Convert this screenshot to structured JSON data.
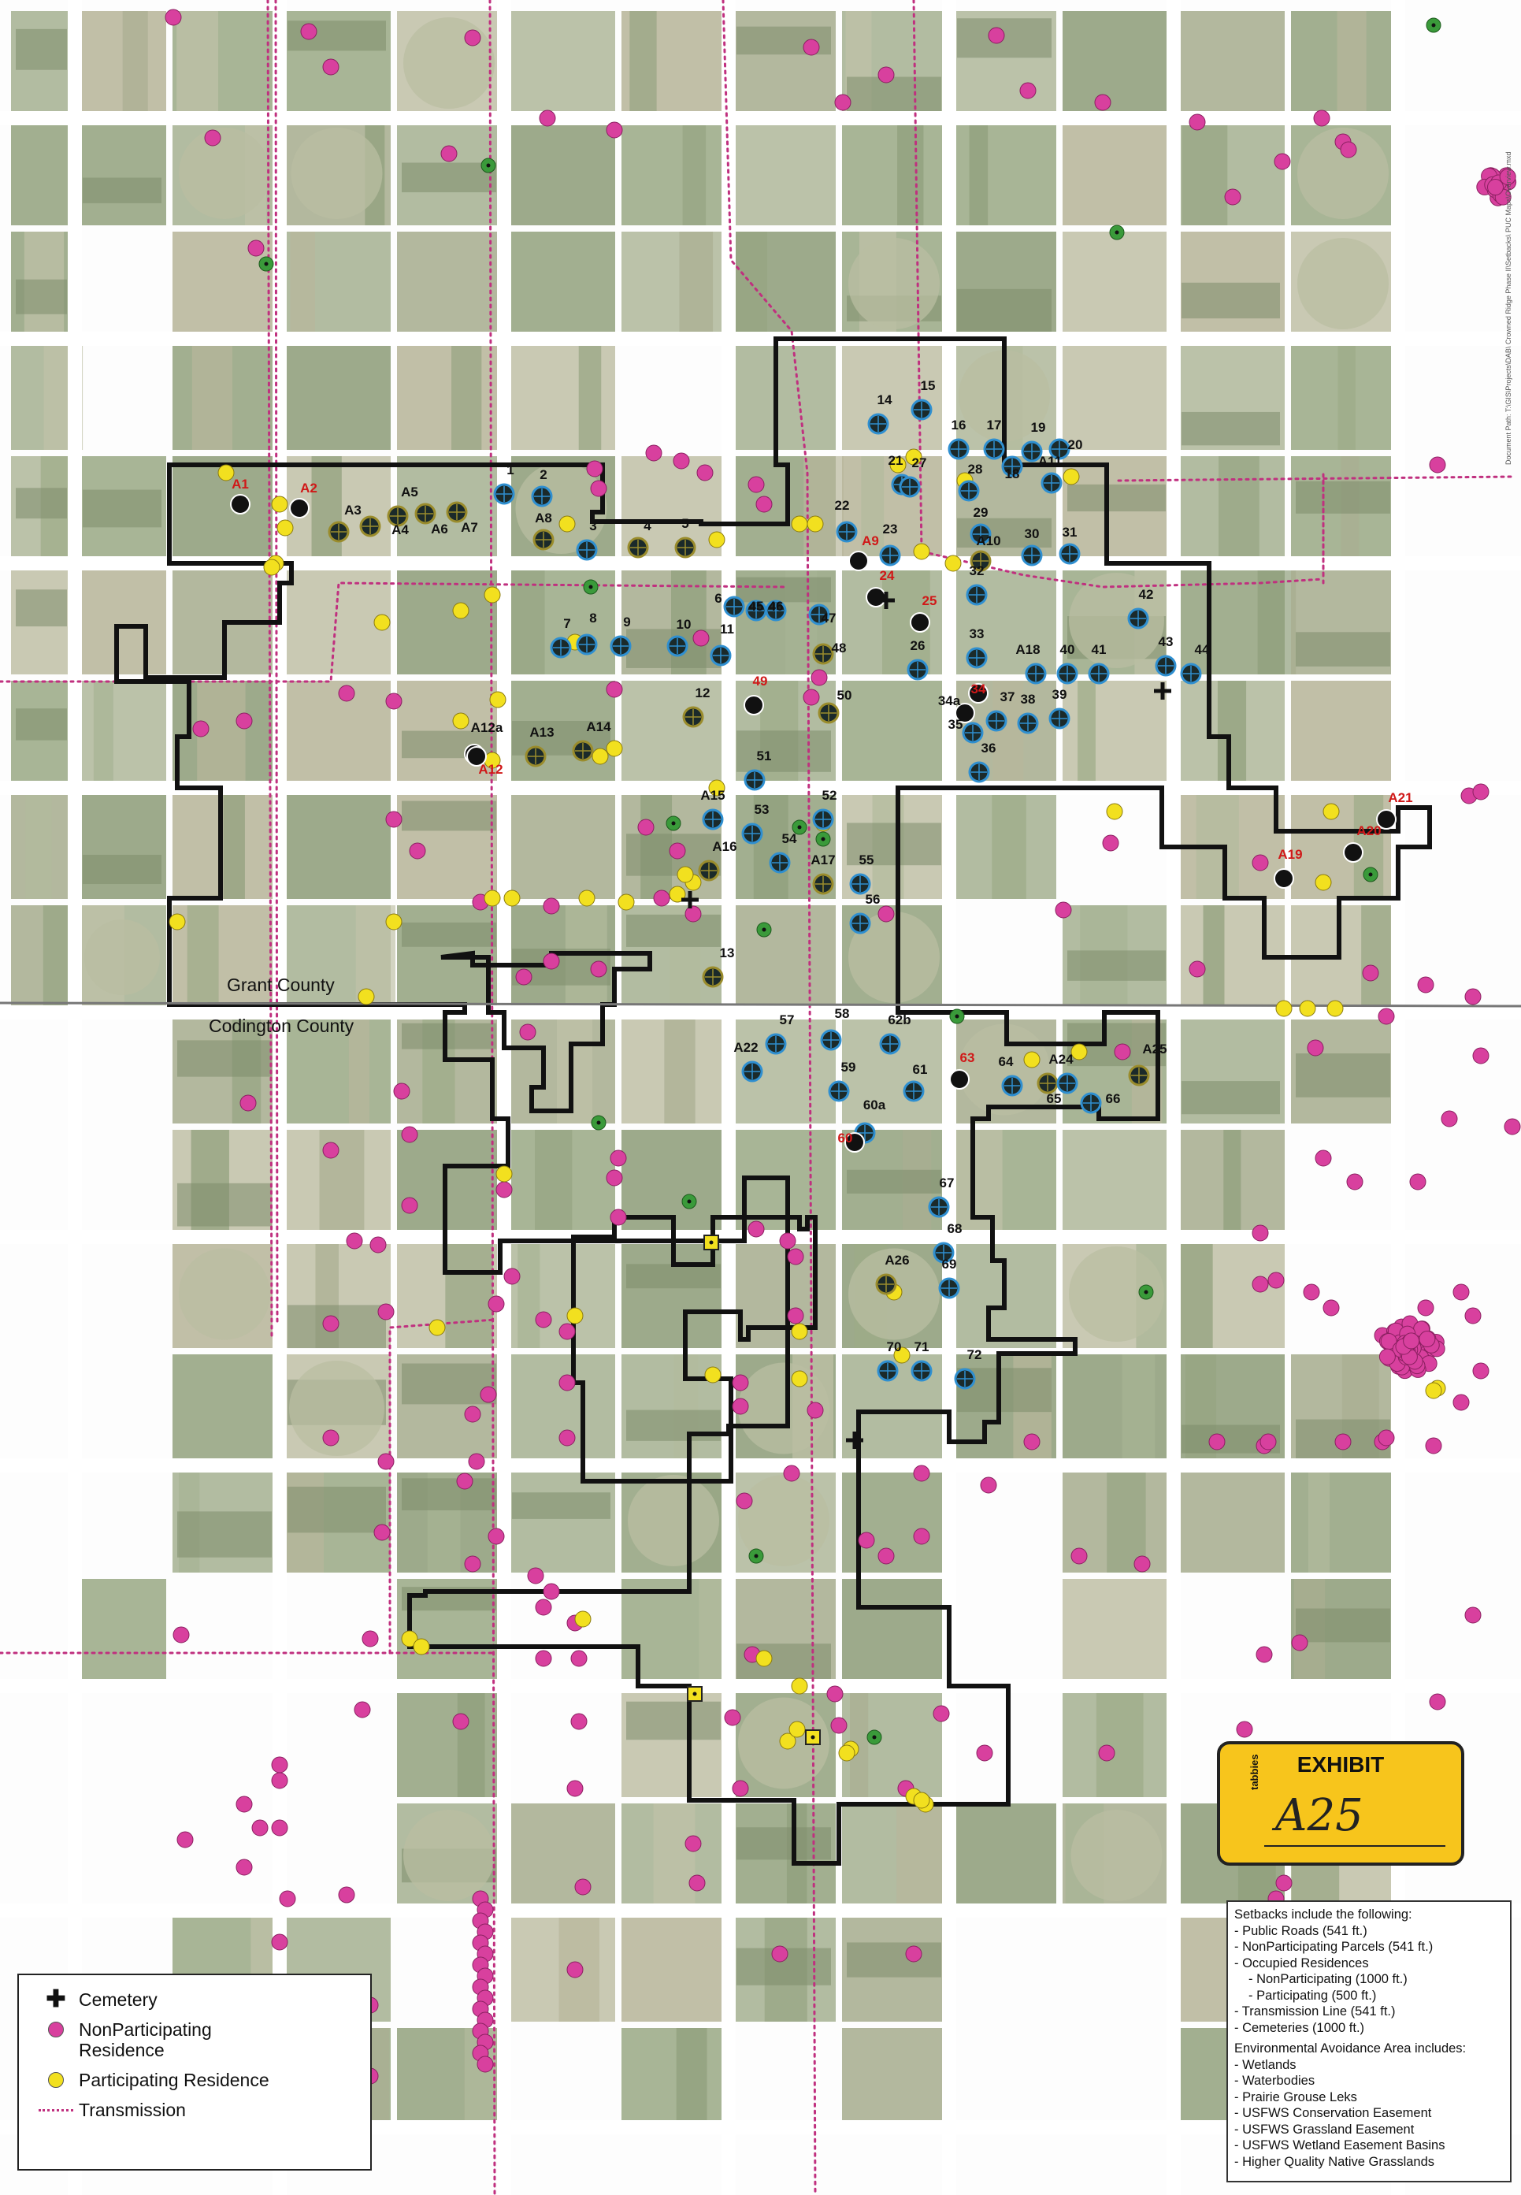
{
  "map": {
    "county_labels": {
      "north": "Grant County",
      "south": "Codington County"
    },
    "colors": {
      "nonparticipating": "#d8409e",
      "participating": "#f2e01f",
      "transmission": "#c0307f",
      "boundary": "#111111",
      "turbine_ring": "#2f8fd0",
      "imagery_field": "#9fae8c",
      "imagery_dark": "#6f7e60",
      "wetland_marker": "#3a9a3a",
      "label_red": "#d01818"
    },
    "doc_path": "Document Path: T:\\GIS\\Projects\\DAB\\ Crowned Ridge Phase II\\Setbacks\\ PUC Maps\\Overview.mxd",
    "turbine_labels_black": [
      "A3",
      "A4",
      "A5",
      "A6",
      "A7",
      "A8",
      "1",
      "2",
      "3",
      "4",
      "5",
      "6",
      "7",
      "8",
      "9",
      "10",
      "11",
      "12",
      "13",
      "14",
      "15",
      "16",
      "17",
      "18",
      "19",
      "20",
      "21",
      "22",
      "23",
      "26",
      "27",
      "28",
      "29",
      "30",
      "31",
      "32",
      "33",
      "35",
      "36",
      "37",
      "38",
      "39",
      "40",
      "41",
      "42",
      "43",
      "44",
      "45",
      "46",
      "47",
      "48",
      "50",
      "51",
      "52",
      "53",
      "54",
      "55",
      "56",
      "57",
      "58",
      "59",
      "60a",
      "61",
      "62b",
      "64",
      "65",
      "66",
      "67",
      "68",
      "69",
      "70",
      "71",
      "72",
      "A10",
      "A11",
      "A12a",
      "A13",
      "A14",
      "A15",
      "A16",
      "A17",
      "A18",
      "A22",
      "A24",
      "A25",
      "A26",
      "34a"
    ],
    "turbine_labels_red": [
      "A1",
      "A2",
      "A9",
      "A12",
      "A19",
      "A20",
      "A21",
      "24",
      "25",
      "34",
      "49",
      "60",
      "63"
    ]
  },
  "legend": {
    "items": [
      {
        "label": "Cemetery",
        "icon": "cross-icon"
      },
      {
        "label": "NonParticipating\nResidence",
        "icon": "magenta-dot-icon"
      },
      {
        "label": "Participating Residence",
        "icon": "yellow-dot-icon"
      },
      {
        "label": "Transmission",
        "icon": "dotted-line-icon"
      }
    ]
  },
  "setbacks": {
    "title": "Setbacks include the following:",
    "items": [
      "- Public Roads (541 ft.)",
      "- NonParticipating Parcels (541 ft.)",
      "- Occupied Residences",
      "- NonParticipating (1000 ft.)",
      "- Participating (500 ft.)",
      "- Transmission Line (541 ft.)",
      "- Cemeteries (1000 ft.)"
    ],
    "env_title": "Environmental Avoidance Area includes:",
    "env_items": [
      "- Wetlands",
      "- Waterbodies",
      "- Prairie Grouse Leks",
      "- USFWS Conservation Easement",
      "- USFWS Grassland Easement",
      "- USFWS Wetland Easement Basins",
      "- Higher Quality Native Grasslands"
    ]
  },
  "exhibit": {
    "title": "EXHIBIT",
    "number": "A25",
    "brand": "tabbies"
  }
}
